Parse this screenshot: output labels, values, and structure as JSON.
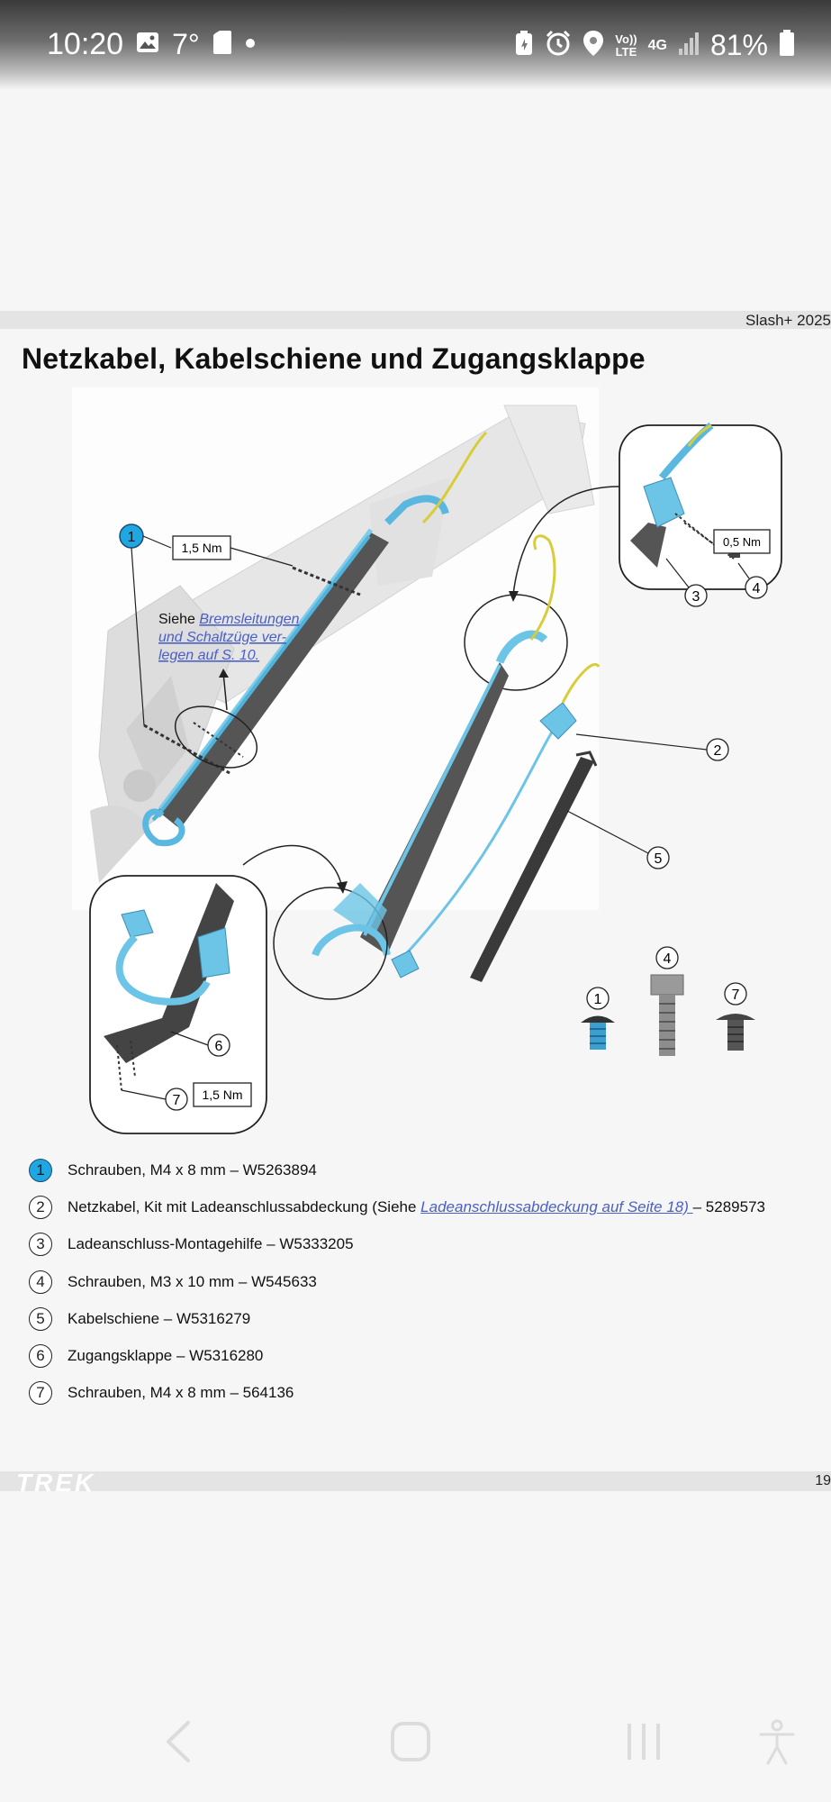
{
  "status_bar": {
    "time": "10:20",
    "temperature": "7°",
    "network_lte": "Vo)) LTE",
    "network_4g": "4G",
    "battery": "81%"
  },
  "document": {
    "doc_label": "Slash+ 2025",
    "title": "Netzkabel, Kabelschiene und Zugangsklappe",
    "page_number": "19",
    "brand": "TREK"
  },
  "diagram": {
    "torque_main": "1,5 Nm",
    "torque_inset_top": "0,5 Nm",
    "torque_inset_bottom": "1,5 Nm",
    "see_prefix": "Siehe ",
    "see_link_line1": "Bremsleitungen",
    "see_link_line2": "und Schaltzüge ver-",
    "see_link_line3": "legen auf S. 10.",
    "callouts": [
      "1",
      "2",
      "3",
      "4",
      "5",
      "6",
      "7"
    ]
  },
  "legend": [
    {
      "num": "1",
      "text": "Schrauben, M4 x 8 mm – W5263894",
      "highlight": true
    },
    {
      "num": "2",
      "text_before": "Netzkabel, Kit mit Ladeanschlussabdeckung (Siehe ",
      "link": "Ladeanschlussabdeckung auf Seite 18) ",
      "text_after": "– 5289573"
    },
    {
      "num": "3",
      "text": "Ladeanschluss-Montagehilfe – W5333205"
    },
    {
      "num": "4",
      "text": "Schrauben, M3 x 10 mm – W545633"
    },
    {
      "num": "5",
      "text": "Kabelschiene – W5316279"
    },
    {
      "num": "6",
      "text": "Zugangsklappe – W5316280"
    },
    {
      "num": "7",
      "text": "Schrauben, M4 x 8 mm – 564136"
    }
  ],
  "colors": {
    "accent_blue": "#1ea7e0",
    "cable_blue": "#6cc4e6",
    "cable_yellow": "#d9cc3a",
    "rail_dark": "#3a3a3a",
    "link": "#4a60c4"
  },
  "nav": {
    "icons": [
      "back-icon",
      "home-icon",
      "recents-icon",
      "accessibility-icon"
    ]
  }
}
